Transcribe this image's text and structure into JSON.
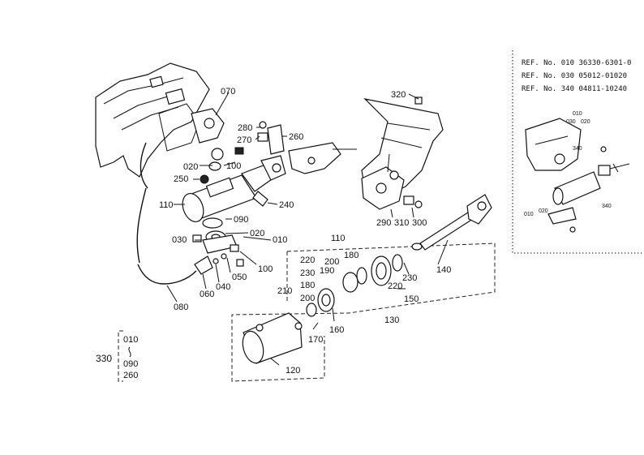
{
  "ref_numbers": [
    "REF. No. 010  36330-6301-0",
    "REF. No. 030  05012-01020",
    "REF. No. 340  04811-10240"
  ],
  "callouts": {
    "c070": "070",
    "c020a": "020",
    "c100a": "100",
    "c250": "250",
    "c110a": "110",
    "c280": "280",
    "c270": "270",
    "c260": "260",
    "c240": "240",
    "c090": "090",
    "c020b": "020",
    "c010": "010",
    "c030": "030",
    "c100b": "100",
    "c050": "050",
    "c040": "040",
    "c060": "060",
    "c080": "080",
    "c320": "320",
    "c290": "290",
    "c310": "310",
    "c300": "300",
    "c110b": "110",
    "c140": "140",
    "c220a": "220",
    "c230a": "230",
    "c180a": "180",
    "c200a": "200",
    "c190": "190",
    "c180b": "180",
    "c210": "210",
    "c200b": "200",
    "c220b": "220",
    "c230b": "230",
    "c150": "150",
    "c170": "170",
    "c160": "160",
    "c130": "130",
    "c120": "120"
  },
  "group_330": {
    "label": "330",
    "items": [
      "010",
      "090",
      "260"
    ]
  },
  "inset_callouts": {
    "i010": "010",
    "i030": "030",
    "i020": "020",
    "i340a": "340",
    "i340b": "340",
    "i010b": "010",
    "i020b": "020"
  }
}
